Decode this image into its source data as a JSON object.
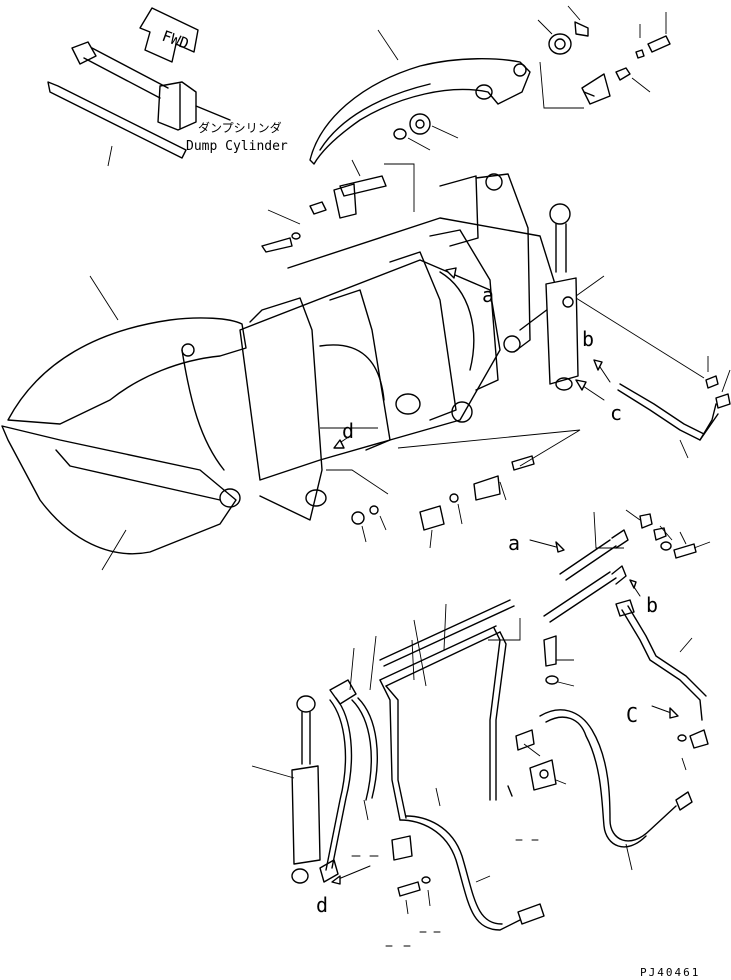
{
  "labels": {
    "fwd": "FWD",
    "dump_cylinder_jp": "ダンプシリンダ",
    "dump_cylinder_en": "Dump Cylinder",
    "callout_a_top": "a",
    "callout_b_top": "b",
    "callout_c_top": "c",
    "callout_d_top": "d",
    "callout_a_mid": "a",
    "callout_b_mid": "b",
    "callout_c_low": "C",
    "callout_d_low": "d",
    "drawing_code": "PJ40461"
  }
}
